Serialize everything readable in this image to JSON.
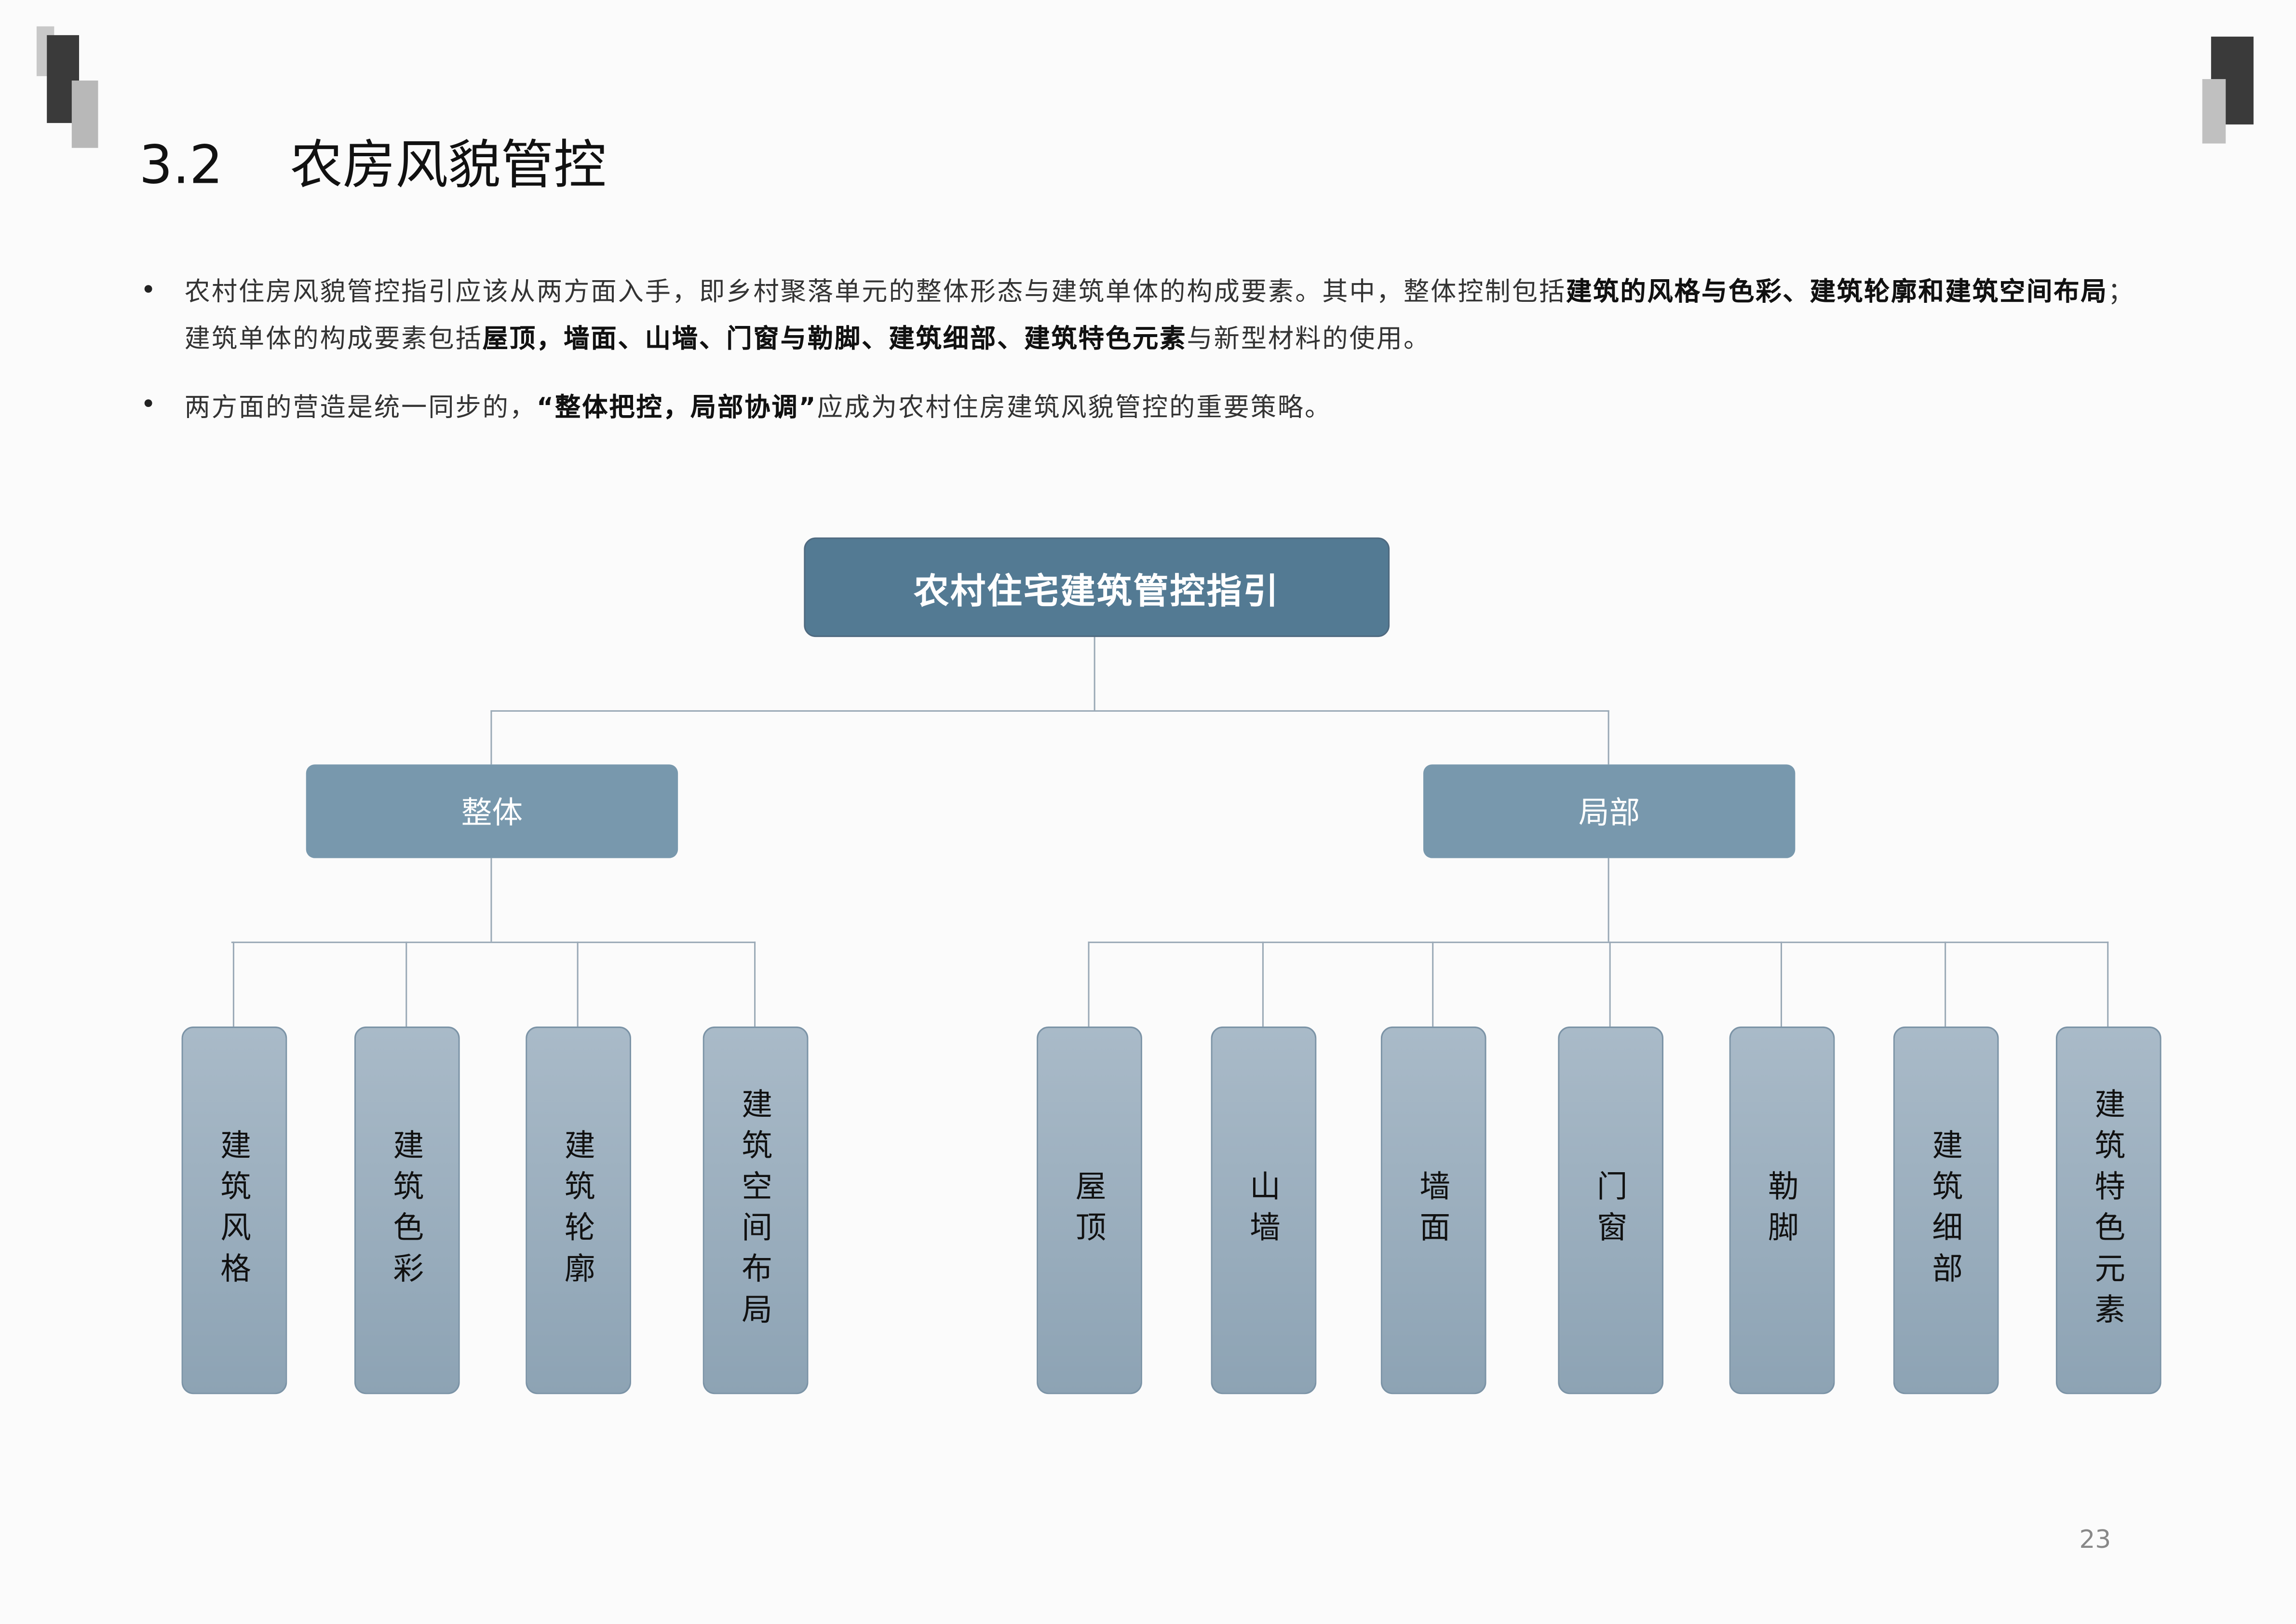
{
  "title": "3.2    农房风貌管控",
  "bullets": [
    {
      "segments": [
        {
          "text": "农村住房风貌管控指引应该从两方面入手，即乡村聚落单元的整体形态与建筑单体的构成要素。其中，整体控制包括",
          "bold": false
        },
        {
          "text": "建筑的风格与色彩、建筑轮廓和建筑空间布局",
          "bold": true
        },
        {
          "text": "；建筑单体的构成要素包括",
          "bold": false
        },
        {
          "text": "屋顶，墙面、山墙、门窗与勒脚、建筑细部、建筑特色元素",
          "bold": true
        },
        {
          "text": "与新型材料的使用。",
          "bold": false
        }
      ]
    },
    {
      "segments": [
        {
          "text": "两方面的营造是统一同步的，",
          "bold": false
        },
        {
          "text": "“整体把控，局部协调”",
          "bold": true
        },
        {
          "text": "应成为农村住房建筑风貌管控的重要策略。",
          "bold": false
        }
      ]
    }
  ],
  "bullet_symbol": "•",
  "diagram": {
    "root": "农村住宅建筑管控指引",
    "branches": [
      {
        "label": "整体",
        "children": [
          "建筑风格",
          "建筑色彩",
          "建筑轮廓",
          "建筑空间布局"
        ]
      },
      {
        "label": "局部",
        "children": [
          "屋顶",
          "山墙",
          "墙面",
          "门窗",
          "勒脚",
          "建筑细部",
          "建筑特色元素"
        ]
      }
    ]
  },
  "page_number": "23"
}
